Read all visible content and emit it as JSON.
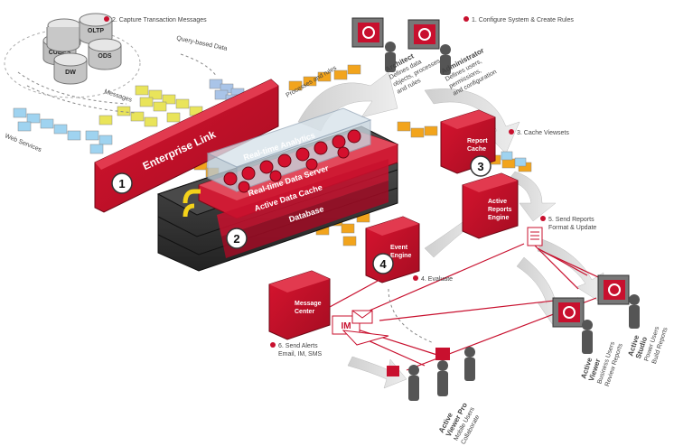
{
  "steps": [
    {
      "num": "2.",
      "text": "Capture Transaction Messages"
    },
    {
      "num": "1.",
      "text": "Configure System & Create Rules"
    },
    {
      "num": "3.",
      "text": "Cache Viewsets"
    },
    {
      "num": "5.",
      "text": "Send Reports",
      "sub": "Format & Update"
    },
    {
      "num": "4.",
      "text": "Evaluate"
    },
    {
      "num": "6.",
      "text": "Send Alerts",
      "sub": "Email, IM, SMS"
    }
  ],
  "databases": [
    "OLTP",
    "ODS",
    "CUBES",
    "DW"
  ],
  "labels": {
    "query_based_data": "Query-based Data",
    "messages": "Messages",
    "web_services": "Web Services",
    "processes_rules": "Processes and rules",
    "enterprise_link": "Enterprise Link",
    "realtime_analytics": "Real-time Analytics",
    "realtime_data_server": "Real-time Data Server",
    "active_data_cache": "Active Data Cache",
    "database": "Database",
    "report_cache": [
      "Report",
      "Cache"
    ],
    "active_reports_engine": [
      "Active",
      "Reports",
      "Engine"
    ],
    "event_engine": [
      "Event",
      "Engine"
    ],
    "message_center": [
      "Message",
      "Center"
    ],
    "im": "IM"
  },
  "badges": [
    "1",
    "2",
    "3",
    "4"
  ],
  "people": [
    {
      "title": "Architect",
      "desc": [
        "Defines data",
        "objects, processes",
        "and rules"
      ]
    },
    {
      "title": "Administrator",
      "desc": [
        "Defines users,",
        "permissions,",
        "and configuration"
      ]
    },
    {
      "title": [
        "Active",
        "Viewer"
      ],
      "desc": [
        "Business Users",
        "Review Reports"
      ]
    },
    {
      "title": [
        "Active",
        "Studio"
      ],
      "desc": [
        "Power Users",
        "Build Reports"
      ]
    },
    {
      "title": [
        "Active",
        "Viewer Pro"
      ],
      "desc": [
        "Mobile Users",
        "Collaborate"
      ]
    }
  ],
  "colors": {
    "red": "#c8102e",
    "dark_red": "#8e0b1f",
    "server": "#3a3a3a",
    "arrow": "#d7d7d7",
    "yellow": "#e9e45a",
    "blue": "#9fd3f0",
    "orange": "#f2a41c"
  }
}
